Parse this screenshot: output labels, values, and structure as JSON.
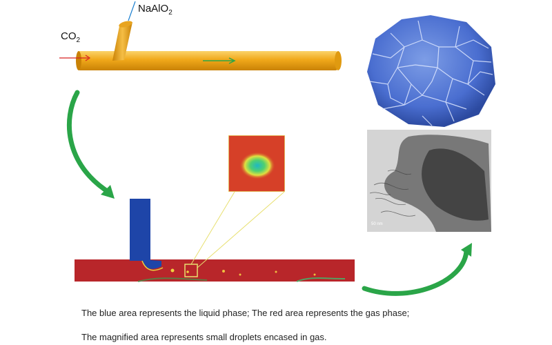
{
  "labels": {
    "reactant_top": "NaAlO",
    "reactant_top_sub": "2",
    "reactant_left": "CO",
    "reactant_left_sub": "2"
  },
  "caption": {
    "line1": "The blue area represents the liquid phase; The red area represents the gas phase;",
    "line2": "The magnified area represents small droplets encased in gas."
  },
  "tem": {
    "scale_text": "50 nm"
  },
  "colors": {
    "tube": "#f0a81a",
    "tube_dark": "#c98206",
    "arrow_green": "#2aa548",
    "liquid_blue": "#1e45a8",
    "gas_red": "#b8262a",
    "sem_blue": "#4a6ed0",
    "zoom_yellow": "#e8e070",
    "inlet_line": "#1a7fd0",
    "co2_arrow": "#d82020"
  },
  "icons": {
    "sem_image": "sem-microsphere-icon",
    "tem_image": "tem-nanosheet-icon",
    "tube": "t-junction-reactor-icon"
  }
}
